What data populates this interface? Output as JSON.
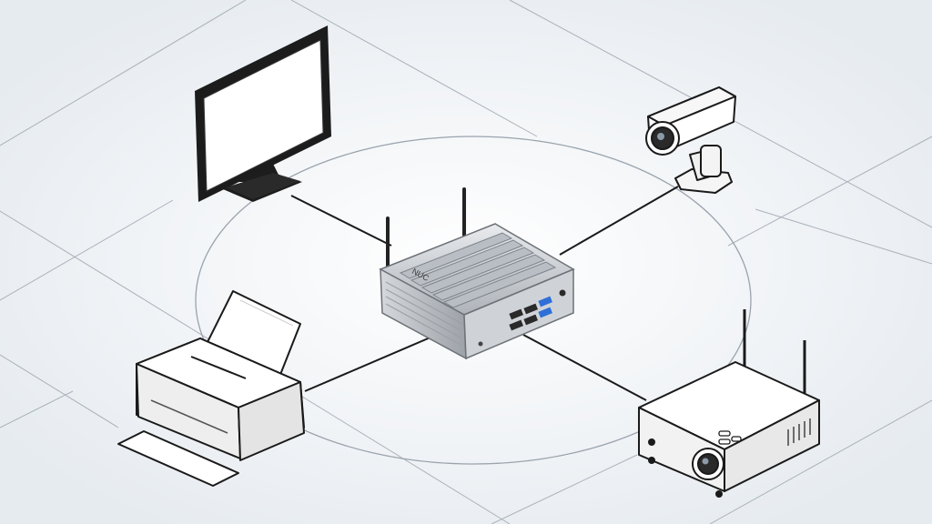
{
  "diagram": {
    "center_device": {
      "name": "fanless-mini-pc",
      "brand_mark": "NUC",
      "body_color": "#c9cdd2",
      "port_accent_color": "#2f6fd6"
    },
    "peripherals": [
      {
        "id": "monitor",
        "icon": "monitor-icon",
        "position": "top-left"
      },
      {
        "id": "security-camera",
        "icon": "camera-icon",
        "position": "top-right"
      },
      {
        "id": "printer",
        "icon": "printer-icon",
        "position": "bottom-left"
      },
      {
        "id": "projector",
        "icon": "projector-icon",
        "position": "bottom-right"
      }
    ],
    "colors": {
      "background": "#eef2f6",
      "line": "#1a1a1a",
      "grid": "#9aa3ad"
    }
  }
}
